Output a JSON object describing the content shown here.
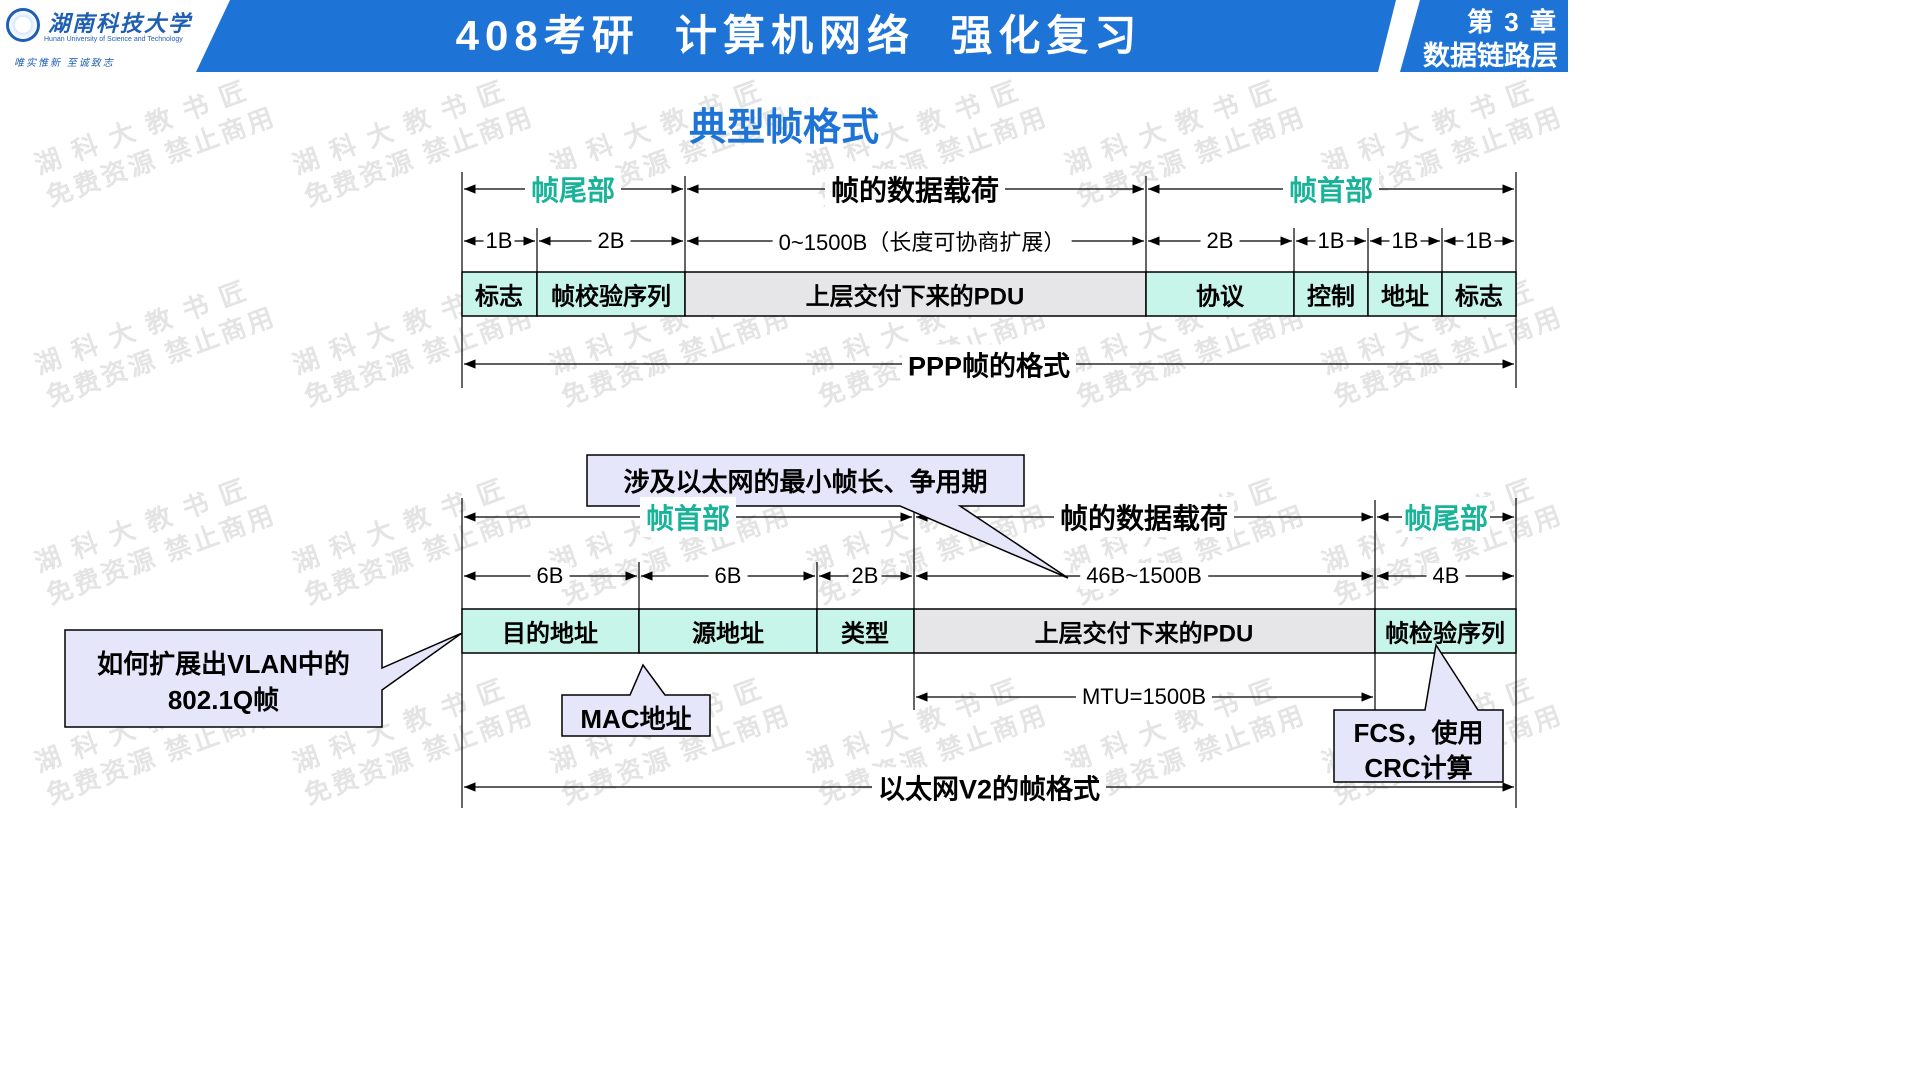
{
  "header": {
    "university_name": "湖南科技大学",
    "university_en": "Hunan University of Science and Technology",
    "motto": "唯实惟新  至诚致志",
    "title": "408考研  计算机网络  强化复习",
    "chapter_number": "第 3 章",
    "chapter_name": "数据链路层"
  },
  "watermark": {
    "line1": "湖 科 大 教 书 匠",
    "line2": "免费资源 禁止商用"
  },
  "page_title": "典型帧格式",
  "ppp": {
    "sections": {
      "trailer": "帧尾部",
      "payload": "帧的数据载荷",
      "header": "帧首部"
    },
    "sizes": [
      "1B",
      "2B",
      "0~1500B（长度可协商扩展）",
      "2B",
      "1B",
      "1B",
      "1B"
    ],
    "cells": [
      "标志",
      "帧校验序列",
      "上层交付下来的PDU",
      "协议",
      "控制",
      "地址",
      "标志"
    ],
    "caption": "PPP帧的格式"
  },
  "ethernet": {
    "sections": {
      "header": "帧首部",
      "payload": "帧的数据载荷",
      "trailer": "帧尾部"
    },
    "sizes": [
      "6B",
      "6B",
      "2B",
      "46B~1500B",
      "4B"
    ],
    "cells": [
      "目的地址",
      "源地址",
      "类型",
      "上层交付下来的PDU",
      "帧检验序列"
    ],
    "mtu": "MTU=1500B",
    "caption": "以太网V2的帧格式"
  },
  "callouts": {
    "min_frame": "涉及以太网的最小帧长、争用期",
    "vlan_line1": "如何扩展出VLAN中的",
    "vlan_line2": "802.1Q帧",
    "mac": "MAC地址",
    "fcs_line1": "FCS，使用",
    "fcs_line2": "CRC计算"
  },
  "colors": {
    "header_blue": "#1e73d6",
    "accent_green": "#19b39a",
    "cell_mint": "#c8f5ea",
    "cell_gray": "#e6e6e8",
    "callout_fill": "#e6e6fa"
  }
}
